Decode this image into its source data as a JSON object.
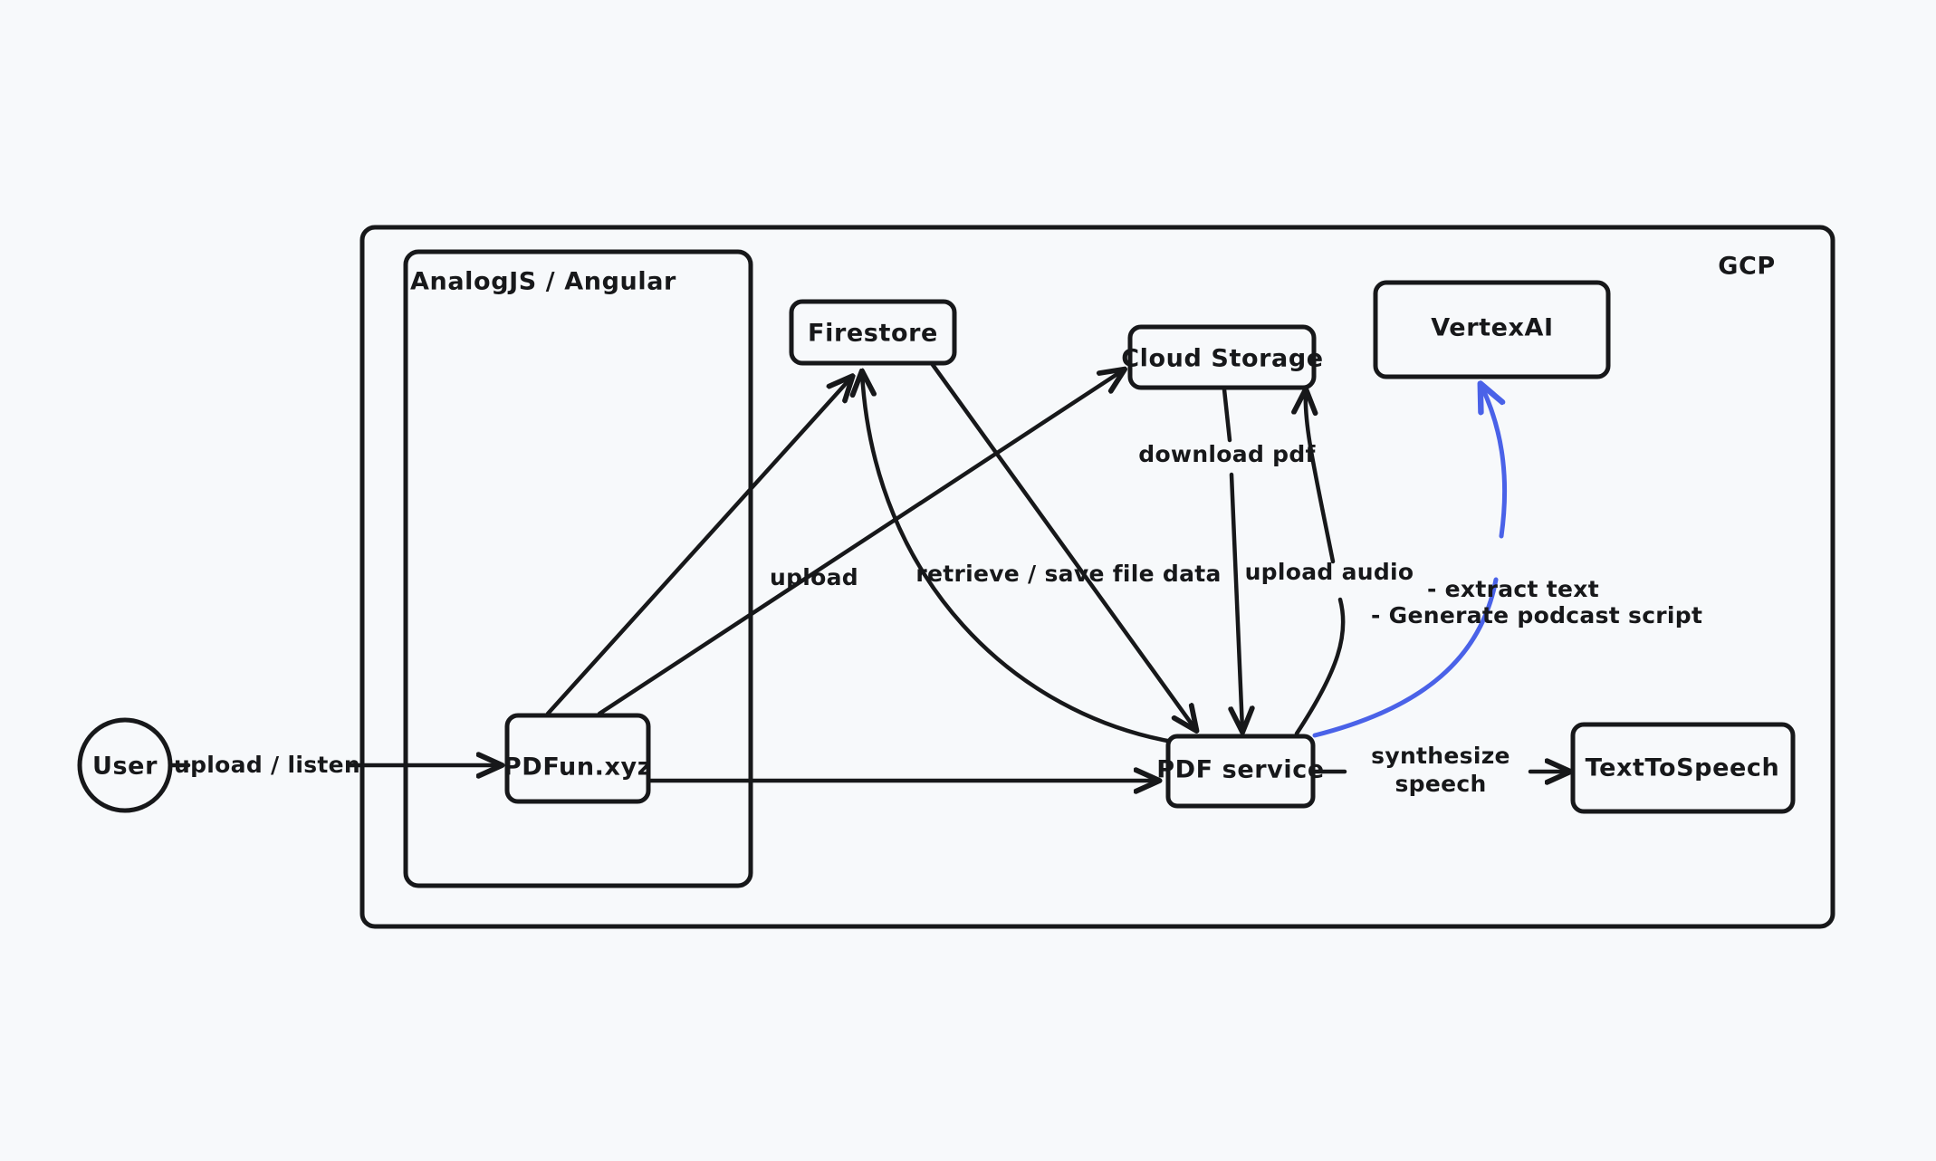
{
  "diagram": {
    "title": "PDFun.xyz architecture",
    "background_color": "#f7f9fb",
    "stroke_color": "#17181a",
    "accent_color": "#4a62e8"
  },
  "containers": [
    {
      "id": "gcp",
      "label": "GCP"
    },
    {
      "id": "analogjs",
      "label": "AnalogJS / Angular"
    }
  ],
  "nodes": [
    {
      "id": "user",
      "label": "User",
      "shape": "circle"
    },
    {
      "id": "pdfun",
      "label": "PDFun.xyz",
      "shape": "rect"
    },
    {
      "id": "firestore",
      "label": "Firestore",
      "shape": "rect"
    },
    {
      "id": "cloud_storage",
      "label": "Cloud Storage",
      "shape": "rect"
    },
    {
      "id": "vertexai",
      "label": "VertexAI",
      "shape": "rect"
    },
    {
      "id": "pdf_service",
      "label": "PDF service",
      "shape": "rect"
    },
    {
      "id": "texttospeech",
      "label": "TextToSpeech",
      "shape": "rect"
    }
  ],
  "edges": [
    {
      "id": "e-user-pdfun",
      "from": "user",
      "to": "pdfun",
      "label": "upload / listen",
      "color": "#17181a"
    },
    {
      "id": "e-pdfun-firestore",
      "from": "pdfun",
      "to": "firestore",
      "label": "upload",
      "color": "#17181a"
    },
    {
      "id": "e-pdfun-storage",
      "from": "pdfun",
      "to": "cloud_storage",
      "label": "",
      "color": "#17181a"
    },
    {
      "id": "e-pdfun-pdfservice",
      "from": "pdfun",
      "to": "pdf_service",
      "label": "",
      "color": "#17181a"
    },
    {
      "id": "e-pdfservice-firestore",
      "from": "pdf_service",
      "to": "firestore",
      "label": "retrieve / save file data",
      "color": "#17181a"
    },
    {
      "id": "e-firestore-pdfservice",
      "from": "firestore",
      "to": "pdf_service",
      "label": "",
      "color": "#17181a"
    },
    {
      "id": "e-storage-pdfservice",
      "from": "cloud_storage",
      "to": "pdf_service",
      "label": "download pdf",
      "color": "#17181a"
    },
    {
      "id": "e-pdfservice-storage",
      "from": "pdf_service",
      "to": "cloud_storage",
      "label": "upload audio",
      "color": "#17181a"
    },
    {
      "id": "e-pdfservice-vertexai",
      "from": "pdf_service",
      "to": "vertexai",
      "label": "- extract text\n- Generate podcast script",
      "color": "#4a62e8"
    },
    {
      "id": "e-pdfservice-tts",
      "from": "pdf_service",
      "to": "texttospeech",
      "label": "synthesize speech",
      "color": "#17181a"
    }
  ],
  "labels": {
    "gcp": "GCP",
    "analogjs": "AnalogJS / Angular",
    "user": "User",
    "pdfun": "PDFun.xyz",
    "firestore": "Firestore",
    "cloud_storage": "Cloud Storage",
    "vertexai": "VertexAI",
    "pdf_service": "PDF service",
    "texttospeech": "TextToSpeech",
    "upload_listen": "upload / listen",
    "upload": "upload",
    "retrieve_save": "retrieve / save file data",
    "download_pdf": "download pdf",
    "upload_audio": "upload audio",
    "extract_text": "- extract text",
    "generate_script": "- Generate podcast script",
    "synthesize": "synthesize",
    "speech": "speech"
  }
}
